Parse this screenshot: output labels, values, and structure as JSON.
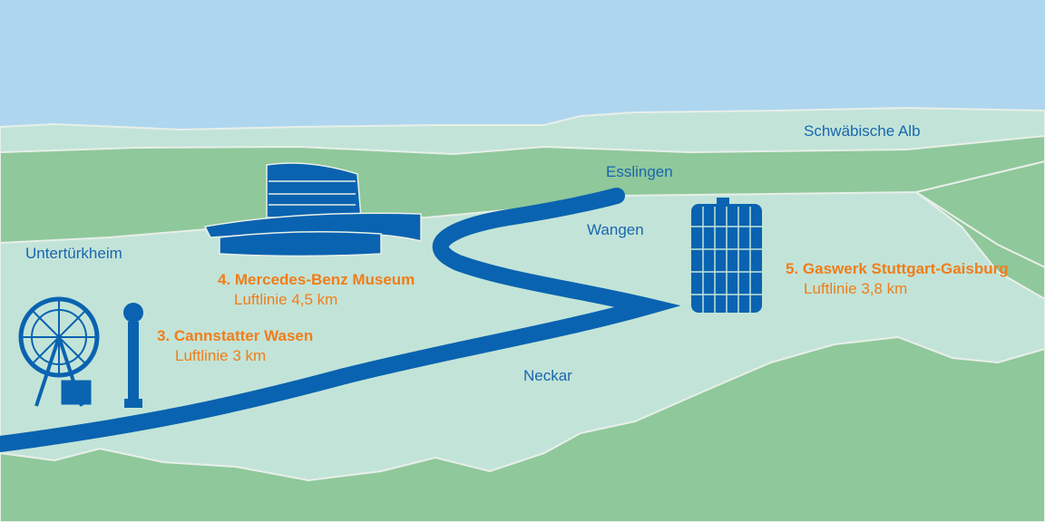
{
  "colors": {
    "sky": "#aed6ef",
    "valley": "#c2e4d8",
    "hills": "#8fc89a",
    "river": "#0a63b0",
    "label": "#1a66b0",
    "poi": "#f07d1a"
  },
  "places": {
    "alb": "Schwäbische Alb",
    "esslingen": "Esslingen",
    "wangen": "Wangen",
    "untertuerkheim": "Untertürkheim",
    "neckar": "Neckar"
  },
  "pois": [
    {
      "title": "3. Cannstatter Wasen",
      "distance": "Luftlinie 3 km",
      "icon": "ferris-wheel-icon"
    },
    {
      "title": "4. Mercedes-Benz Museum",
      "distance": "Luftlinie 4,5 km",
      "icon": "museum-building-icon"
    },
    {
      "title": "5. Gaswerk Stuttgart-Gaisburg",
      "distance": "Luftlinie 3,8 km",
      "icon": "gas-tank-icon"
    }
  ]
}
